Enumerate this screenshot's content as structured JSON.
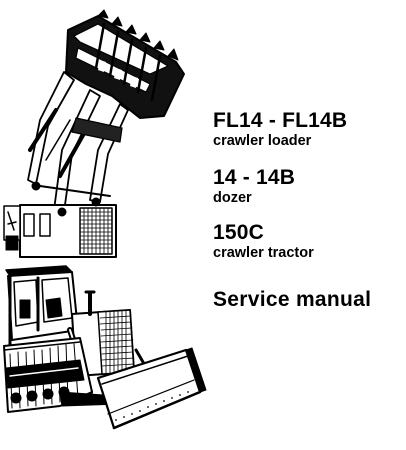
{
  "cover": {
    "model_1": "FL14 - FL14B",
    "type_1": "crawler loader",
    "model_2": "14 - 14B",
    "type_2": "dozer",
    "model_3": "150C",
    "type_3": "crawler tractor",
    "manual_title": "Service manual"
  },
  "colors": {
    "ink": "#000000",
    "paper": "#ffffff"
  }
}
